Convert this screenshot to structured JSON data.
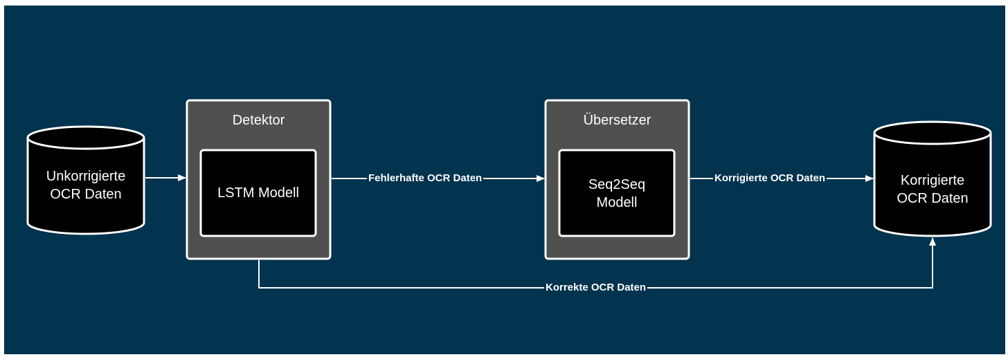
{
  "colors": {
    "background": "#02334f",
    "container_fill": "#505050",
    "container_stroke": "#ffffff",
    "node_fill": "#000000",
    "line": "#ffffff",
    "text": "#ffffff"
  },
  "nodes": {
    "input_db": {
      "line1": "Unkorrigierte",
      "line2": "OCR Daten"
    },
    "detector": {
      "title": "Detektor",
      "inner": "LSTM Modell"
    },
    "translator": {
      "title": "Übersetzer",
      "inner_line1": "Seq2Seq",
      "inner_line2": "Modell"
    },
    "output_db": {
      "line1": "Korrigierte",
      "line2": "OCR Daten"
    }
  },
  "edges": {
    "faulty": "Fehlerhafte OCR Daten",
    "corrected": "Korrigierte OCR Daten",
    "correct": "Korrekte OCR Daten"
  }
}
